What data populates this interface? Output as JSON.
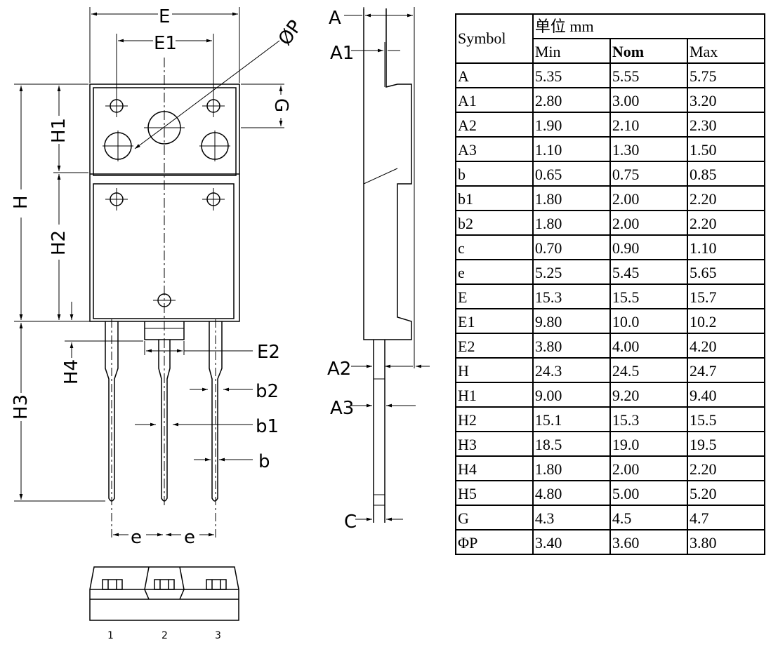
{
  "drawing": {
    "front_labels": {
      "E": "E",
      "E1": "E1",
      "P": "ØP",
      "G": "G",
      "H": "H",
      "H1": "H1",
      "H2": "H2",
      "H3": "H3",
      "H4": "H4",
      "E2": "E2",
      "b": "b",
      "b1": "b1",
      "b2": "b2",
      "e_left": "e",
      "e_right": "e"
    },
    "side_labels": {
      "A": "A",
      "A1": "A1",
      "A2": "A2",
      "A3": "A3",
      "c": "C"
    },
    "pins": [
      "1",
      "2",
      "3"
    ]
  },
  "table": {
    "symbol_header": "Symbol",
    "unit_header": "单位  mm",
    "min_header": "Min",
    "nom_header": "Nom",
    "max_header": "Max",
    "rows": [
      {
        "symbol": "A",
        "min": "5.35",
        "nom": "5.55",
        "max": "5.75"
      },
      {
        "symbol": "A1",
        "min": "2.80",
        "nom": "3.00",
        "max": "3.20"
      },
      {
        "symbol": "A2",
        "min": "1.90",
        "nom": "2.10",
        "max": "2.30"
      },
      {
        "symbol": "A3",
        "min": "1.10",
        "nom": "1.30",
        "max": "1.50"
      },
      {
        "symbol": "b",
        "min": "0.65",
        "nom": "0.75",
        "max": "0.85"
      },
      {
        "symbol": "b1",
        "min": "1.80",
        "nom": "2.00",
        "max": "2.20"
      },
      {
        "symbol": "b2",
        "min": "1.80",
        "nom": "2.00",
        "max": "2.20"
      },
      {
        "symbol": "c",
        "min": "0.70",
        "nom": "0.90",
        "max": "1.10"
      },
      {
        "symbol": "e",
        "min": "5.25",
        "nom": "5.45",
        "max": "5.65"
      },
      {
        "symbol": "E",
        "min": "15.3",
        "nom": "15.5",
        "max": "15.7"
      },
      {
        "symbol": "E1",
        "min": "9.80",
        "nom": "10.0",
        "max": "10.2"
      },
      {
        "symbol": "E2",
        "min": "3.80",
        "nom": "4.00",
        "max": "4.20"
      },
      {
        "symbol": "H",
        "min": "24.3",
        "nom": "24.5",
        "max": "24.7"
      },
      {
        "symbol": "H1",
        "min": "9.00",
        "nom": "9.20",
        "max": "9.40"
      },
      {
        "symbol": "H2",
        "min": "15.1",
        "nom": "15.3",
        "max": "15.5"
      },
      {
        "symbol": "H3",
        "min": "18.5",
        "nom": "19.0",
        "max": "19.5"
      },
      {
        "symbol": "H4",
        "min": "1.80",
        "nom": "2.00",
        "max": "2.20"
      },
      {
        "symbol": "H5",
        "min": "4.80",
        "nom": "5.00",
        "max": "5.20"
      },
      {
        "symbol": "G",
        "min": "4.3",
        "nom": "4.5",
        "max": "4.7"
      },
      {
        "symbol": "ΦP",
        "min": "3.40",
        "nom": "3.60",
        "max": "3.80"
      }
    ]
  }
}
